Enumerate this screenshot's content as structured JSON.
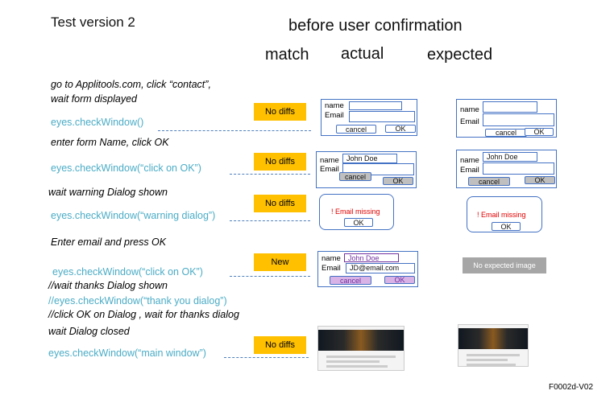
{
  "title": "Test version 2",
  "header": {
    "before": "before user confirmation",
    "match": "match",
    "actual": "actual",
    "expected": "expected"
  },
  "steps": {
    "s1_line1": "go to Applitools.com, click “contact”,",
    "s1_line2": "wait form displayed",
    "s1_code": "eyes.checkWindow()",
    "s2_text": "enter form Name, click OK",
    "s2_code": "eyes.checkWindow(“click  on OK”)",
    "s3_text": "wait warning Dialog shown",
    "s3_code": "eyes.checkWindow(“warning  dialog”)",
    "s4_text": "Enter email and press OK",
    "s4_code": "eyes.checkWindow(“click  on OK”)",
    "s4_c1": "//wait thanks Dialog shown",
    "s4_c2": "//eyes.checkWindow(“thank  you dialog”)",
    "s4_c3": "//click OK on Dialog , wait for thanks dialog",
    "s5_text": "wait Dialog closed",
    "s5_code": "eyes.checkWindow(“main  window”)"
  },
  "badges": {
    "b1": "No diffs",
    "b2": "No diffs",
    "b3": "No diffs",
    "b4": "New",
    "b5": "No diffs"
  },
  "form": {
    "name_label": "name",
    "email_label": "Email",
    "cancel": "cancel",
    "ok": "OK",
    "name_value": "John Doe",
    "email_value": "JD@email.com"
  },
  "dialog": {
    "message": "! Email missing",
    "ok": "OK"
  },
  "no_expected": "No expected image",
  "code_ref": "F0002d-V02",
  "colors": {
    "badge": "#ffc000",
    "code": "#4bacc6",
    "frame": "#4472c4",
    "error": "#e00000"
  }
}
